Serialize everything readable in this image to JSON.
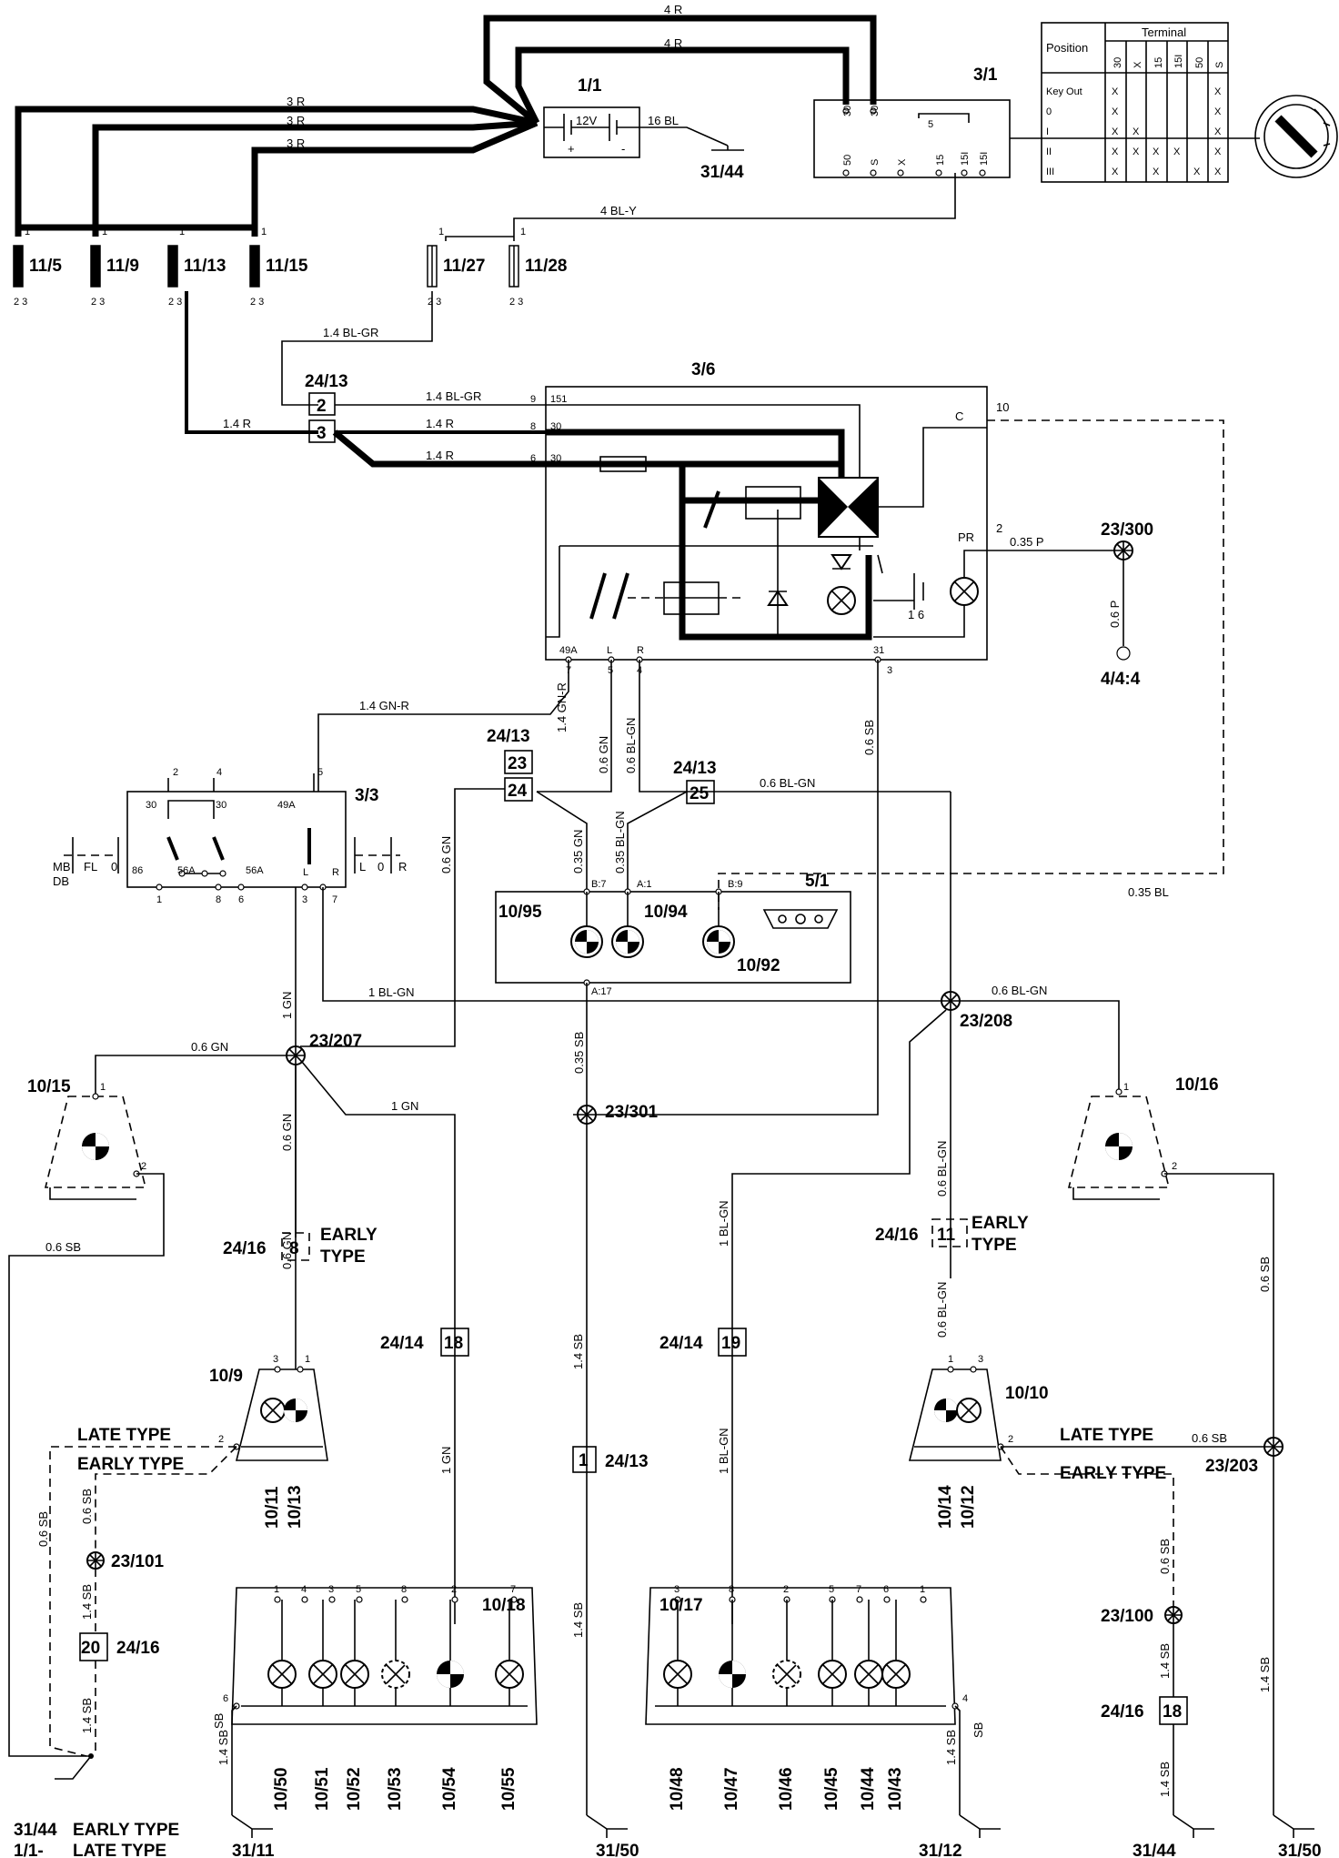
{
  "components": {
    "battery": {
      "id": "1/1",
      "voltage": "12V",
      "plus": "+",
      "minus": "-"
    },
    "ignition_switch": {
      "id": "3/1",
      "pins": [
        "30",
        "30",
        "50",
        "S",
        "X",
        "15",
        "15I",
        "15I",
        "5"
      ]
    },
    "hazard_relay": {
      "id": "3/6",
      "pins_top": [
        "151",
        "30",
        "30"
      ],
      "pin_nums": [
        "9",
        "8",
        "6"
      ],
      "c_label": "C",
      "c_num": "10",
      "pr_label": "PR",
      "pr_num": "2",
      "switch_nums": "1 6",
      "bottom_pins": [
        "49A",
        "L",
        "R",
        "31"
      ],
      "bottom_nums": [
        "7",
        "5",
        "4",
        "3"
      ]
    },
    "turn_switch": {
      "id": "3/3",
      "t1": "30",
      "t2": "30",
      "t3": "49A",
      "n2": "2",
      "n4": "4",
      "n5": "5",
      "b1": "86",
      "b2": "56A",
      "b3": "56A",
      "b4": "L",
      "b5": "R",
      "n1": "1",
      "n8": "8",
      "n6": "6",
      "n3": "3",
      "n7": "7",
      "left_labels": [
        "MB",
        "FL",
        "0",
        "DB"
      ],
      "right_labels": [
        "L",
        "0",
        "R"
      ]
    },
    "cluster": {
      "id": "5/1",
      "pins": [
        "B:7",
        "A:1",
        "B:9",
        "A:17"
      ],
      "bulbs": [
        "10/95",
        "10/94",
        "10/92"
      ]
    }
  },
  "fuses": {
    "ids": [
      "11/5",
      "11/9",
      "11/13",
      "11/15",
      "11/27",
      "11/28"
    ],
    "top_num": "1",
    "bot_pins": "2 3"
  },
  "grounds": [
    "31/44",
    "31/11",
    "31/50",
    "31/12",
    "31/44",
    "31/50"
  ],
  "connectors": {
    "c2413": "24/13",
    "c2413b": "24/13",
    "c2413c": "24/13",
    "c2413d": "24/13",
    "p2": "2",
    "p3": "3",
    "p23": "23",
    "p24": "24",
    "p25": "25",
    "p1": "1",
    "c2416a": "24/16",
    "p8": "8",
    "c2416b": "24/16",
    "p11": "11",
    "c2414a": "24/14",
    "p18a": "18",
    "c2414b": "24/14",
    "p19": "19",
    "c2416c": "24/16",
    "p20": "20",
    "c2416d": "24/16",
    "p18b": "18"
  },
  "splices": [
    "23/300",
    "23/207",
    "23/208",
    "23/301",
    "23/101",
    "23/203",
    "23/100"
  ],
  "ground_point": "4/4:4",
  "lamps": {
    "l1015": "10/15",
    "l1016": "10/16",
    "l109": "10/9",
    "l1010": "10/10",
    "l1011": "10/11",
    "l1013": "10/13",
    "l1014": "10/14",
    "l1012": "10/12",
    "l1018": "10/18",
    "l1017": "10/17",
    "rear_left": [
      "10/50",
      "10/51",
      "10/52",
      "10/53",
      "10/54",
      "10/55"
    ],
    "rear_right": [
      "10/48",
      "10/47",
      "10/46",
      "10/45",
      "10/44",
      "10/43"
    ],
    "rear_left_pins": [
      "1",
      "4",
      "3",
      "5",
      "8",
      "2",
      "7"
    ],
    "rear_right_pins": [
      "3",
      "8",
      "2",
      "5",
      "7",
      "6",
      "1"
    ]
  },
  "notes": {
    "early": "EARLY",
    "type": "TYPE",
    "late_type": "LATE TYPE",
    "early_type": "EARLY TYPE",
    "g3144_prefix": "31/44",
    "g11_prefix": "1/1-",
    "early_type2": "EARLY TYPE",
    "late_type2": "LATE TYPE"
  },
  "wires": {
    "w4r1": "4 R",
    "w4r2": "4 R",
    "w3r1": "3 R",
    "w3r2": "3 R",
    "w3r3": "3 R",
    "w16bl": "16 BL",
    "w4bly": "4 BL-Y",
    "w14blgr": "1.4 BL-GR",
    "w14blgr2": "1.4  BL-GR",
    "w14r1": "1.4  R",
    "w14r2": "1.4  R",
    "w14r3": "1.4  R",
    "w035p": "0.35  P",
    "w06p": "0.6  P",
    "w14gnr": "1.4 GN-R",
    "w14gnr2": "1.4 GN-R",
    "w06gn1": "0.6  GN",
    "w06blgn1": "0.6  BL-GN",
    "w06sb1": "0.6  SB",
    "w06blgn2": "0.6  BL-GN",
    "w035bl": "0.35  BL",
    "w06gn2": "0.6  GN",
    "w035gn": "0.35 GN",
    "w035blgn": "0.35 BL-GN",
    "w1gn1": "1  GN",
    "w1blgn": "1  BL-GN",
    "w06blgn3": "0.6  BL-GN",
    "w06gn3": "0.6  GN",
    "w035sb": "0.35  SB",
    "w1gn2": "1  GN",
    "w06gn4": "0.6  GN",
    "w06sb2": "0.6  SB",
    "w06gn5": "0.6  GN",
    "w14sb1": "1.4  SB",
    "w1gn3": "1  GN",
    "w14sb2": "1.4  SB",
    "w1blgn2": "1  BL-GN",
    "w06blgn4": "0.6  BL-GN",
    "w06sb3": "0.6  SB",
    "w06blgn5": "0.6  BL-GN",
    "w1blgn3": "1  BL-GN",
    "w06sb4": "0.6  SB",
    "w06sb5": "0.6 SB",
    "w06sb6": "0.6  SB",
    "w06sbl": "0.6 SB",
    "w06sbl2": "0.6 SB",
    "w14sbl": "1.4 SB",
    "w14sbl2": "1.4 SB",
    "w14sb3": "1.4  SB",
    "w14sb4": "1.4  SB",
    "w14sb5": "1.4  SB",
    "w14sb6": "1.4  SB",
    "w14sb7": "1.4  SB",
    "w14sb8": "1.4  SB",
    "w06sb7": "0.6  SB"
  },
  "key_table": {
    "header_position": "Position",
    "header_terminal": "Terminal",
    "columns": [
      "30",
      "X",
      "15",
      "15I",
      "50",
      "S"
    ],
    "rows": [
      {
        "label": "Key Out",
        "marks": [
          "X",
          "",
          "",
          "",
          "",
          "X"
        ]
      },
      {
        "label": "0",
        "marks": [
          "X",
          "",
          "",
          "",
          "",
          "X"
        ]
      },
      {
        "label": "I",
        "marks": [
          "X",
          "X",
          "",
          "",
          "",
          "X"
        ]
      },
      {
        "label": "II",
        "marks": [
          "X",
          "X",
          "X",
          "X",
          "",
          "X"
        ]
      },
      {
        "label": "III",
        "marks": [
          "X",
          "",
          "X",
          "",
          "X",
          "X"
        ]
      }
    ]
  }
}
